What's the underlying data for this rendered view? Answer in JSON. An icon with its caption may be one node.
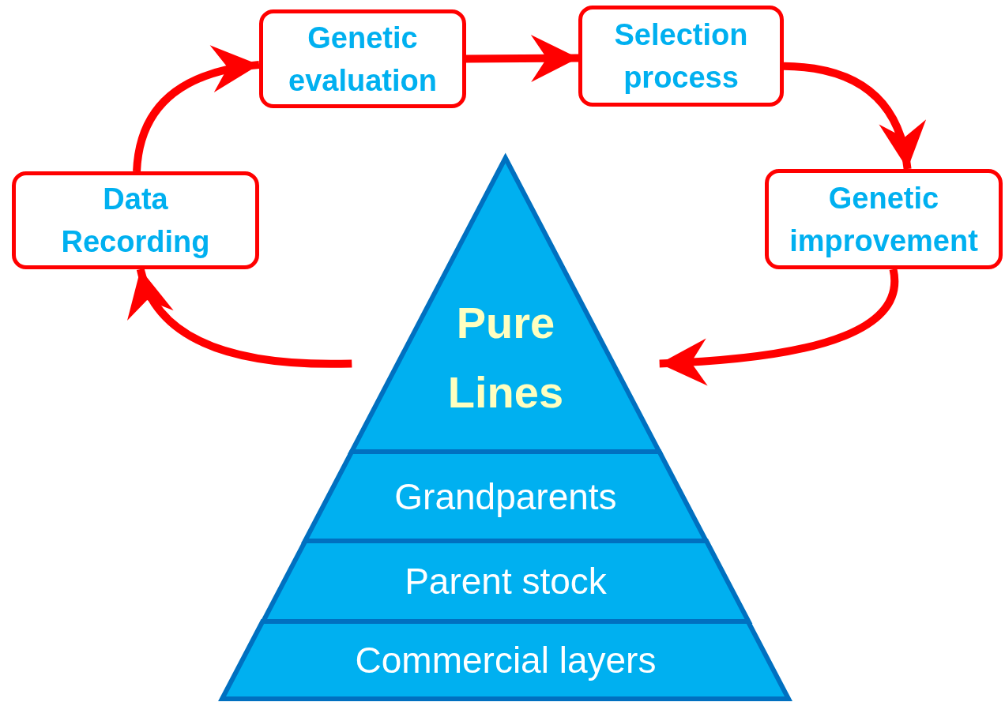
{
  "diagram": {
    "nodes": [
      {
        "text": [
          "Data Recording"
        ]
      },
      {
        "text": [
          "Genetic evaluation"
        ]
      },
      {
        "text": [
          "Selection process"
        ]
      },
      {
        "text": [
          "Genetic improvement"
        ]
      },
      {
        "text": [
          "Pure Lines"
        ]
      },
      {
        "text": [
          "Grandparents"
        ]
      },
      {
        "text": [
          "Parent stock"
        ]
      },
      {
        "text": [
          "Commercial layers"
        ]
      }
    ],
    "edges": [
      {
        "from": 0,
        "to": 1,
        "arrow": "to"
      },
      {
        "from": 1,
        "to": 2,
        "arrow": "to"
      },
      {
        "from": 2,
        "to": 3,
        "arrow": "to"
      },
      {
        "from": 3,
        "to": 4,
        "arrow": "to"
      },
      {
        "from": 4,
        "to": 0,
        "arrow": "to"
      }
    ]
  }
}
